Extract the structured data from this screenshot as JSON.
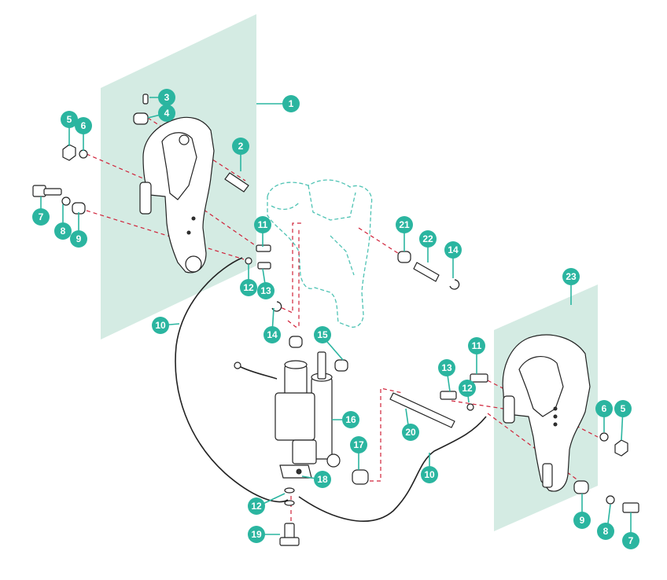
{
  "callouts": [
    "1",
    "2",
    "3",
    "4",
    "5",
    "6",
    "7",
    "8",
    "9",
    "10",
    "11",
    "12",
    "13",
    "14",
    "15",
    "16",
    "17",
    "18",
    "19",
    "20",
    "21",
    "22",
    "23"
  ],
  "labels": {
    "p1": "1",
    "p2": "2",
    "p3": "3",
    "p4": "4",
    "p5a": "5",
    "p6a": "6",
    "p7a": "7",
    "p8a": "8",
    "p9a": "9",
    "p10a": "10",
    "p11a": "11",
    "p12a": "12",
    "p13a": "13",
    "p14a": "14",
    "p14b": "14",
    "p15": "15",
    "p16": "16",
    "p17": "17",
    "p18": "18",
    "p12b": "12",
    "p19": "19",
    "p20": "20",
    "p10b": "10",
    "p21": "21",
    "p22": "22",
    "p23": "23",
    "p11b": "11",
    "p13b": "13",
    "p12c": "12",
    "p6b": "6",
    "p5b": "5",
    "p9b": "9",
    "p8b": "8",
    "p7b": "7"
  },
  "colors": {
    "callout": "#2bb5a0",
    "panel": "#d4ebe3",
    "dash": "#d0233a",
    "ghost": "#4fc3b4"
  }
}
